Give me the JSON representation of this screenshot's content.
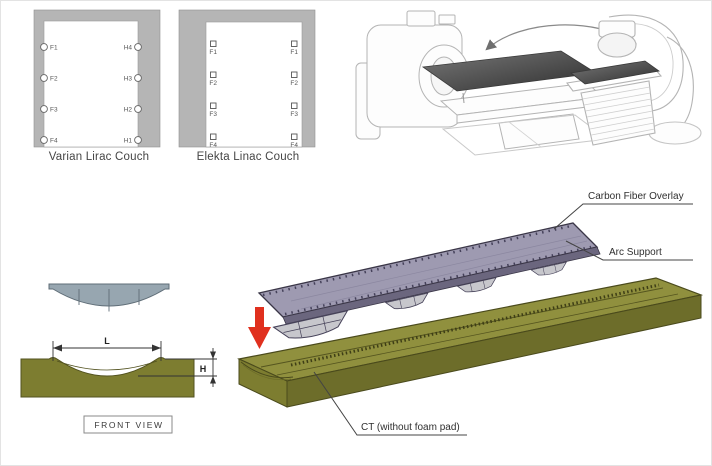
{
  "colors": {
    "frame_gray": "#b5b5b5",
    "accent_red": "#e0301e",
    "overlay_top": "#9e9ab1",
    "overlay_side": "#6b667e",
    "olive_top": "#90903e",
    "olive_front": "#6d6d2a",
    "olive_end": "#7d7d30",
    "arc_front_blue": "#97a6b0",
    "support_fill": "#c7c7cc"
  },
  "couch_diagrams": {
    "varian": {
      "caption": "Varian Lirac Couch",
      "left_ports": [
        "F1",
        "F2",
        "F3",
        "F4"
      ],
      "right_ports": [
        "H4",
        "H3",
        "H2",
        "H1"
      ]
    },
    "elekta": {
      "caption": "Elekta Linac Couch",
      "left_ports": [
        "F1",
        "F2",
        "F3",
        "F4"
      ],
      "right_ports": [
        "F1",
        "F2",
        "F3",
        "F4"
      ]
    }
  },
  "machine_illustration": {
    "left_machine": "ct-scanner-with-overlay",
    "right_machine": "linac-with-overlay",
    "arrow": "double-headed-transfer-arrow"
  },
  "front_view": {
    "label": "FRONT VIEW",
    "dim_width": "L",
    "dim_height": "H"
  },
  "exploded_view": {
    "label_overlay": "Carbon Fiber Overlay",
    "label_arc": "Arc Support",
    "label_ct": "CT (without foam pad)"
  }
}
